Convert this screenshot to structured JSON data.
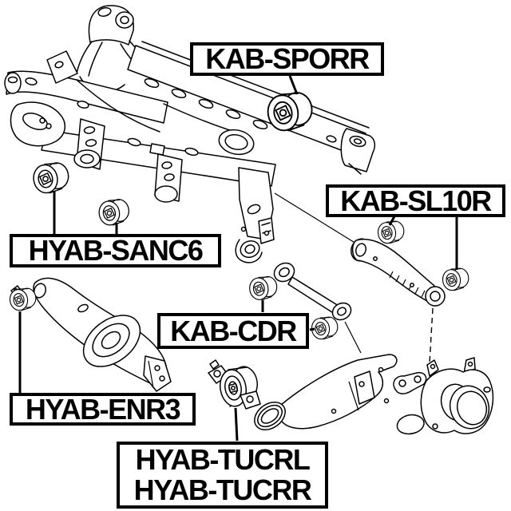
{
  "diagram": {
    "background_color": "#ffffff",
    "line_color": "#000000",
    "label_border_color": "#000000",
    "label_text_color": "#000000",
    "callouts": {
      "sporr": {
        "label": "KAB-SPORR"
      },
      "sl10r": {
        "label": "KAB-SL10R"
      },
      "sanc6": {
        "label": "HYAB-SANC6"
      },
      "cdr": {
        "label": "KAB-CDR"
      },
      "enr3": {
        "label": "HYAB-ENR3"
      },
      "tucr": {
        "line1": "HYAB-TUCRL",
        "line2": "HYAB-TUCRR"
      }
    }
  }
}
